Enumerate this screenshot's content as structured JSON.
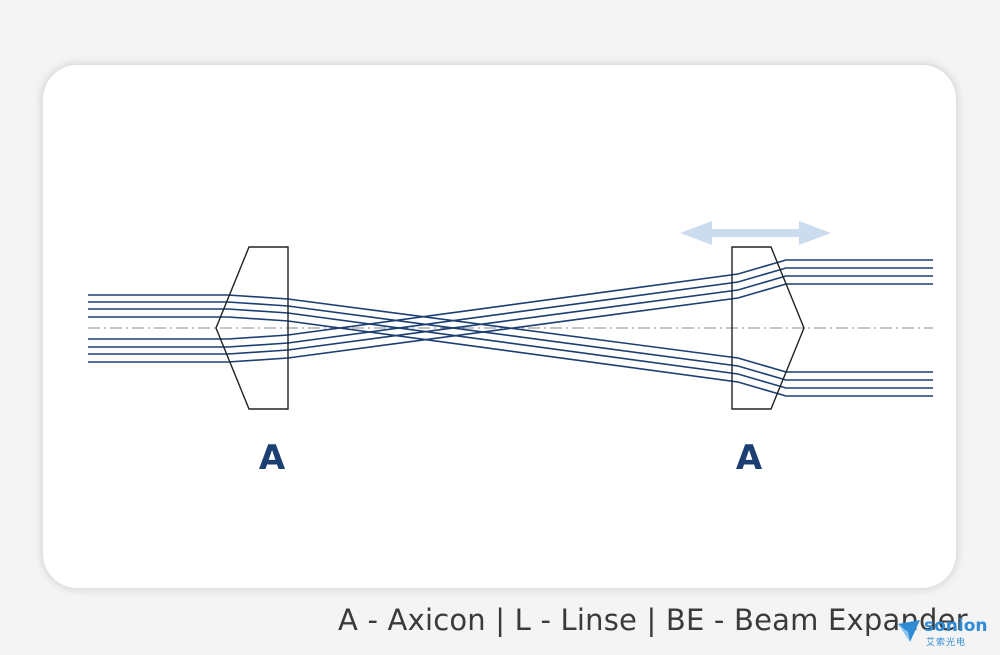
{
  "diagram": {
    "lens_labels": [
      "A",
      "A"
    ],
    "caption": "A - Axicon  |  L - Linse | BE - Beam Expander",
    "colors": {
      "beam": "#1b3f73",
      "lens_outline": "#222222",
      "axis": "#888888",
      "arrow": "#cbdcef"
    },
    "movement_arrow_icon": "double-arrow-icon"
  },
  "logo": {
    "word": "sonion",
    "subtitle": "艾索光电",
    "color": "#2f8bd6"
  }
}
